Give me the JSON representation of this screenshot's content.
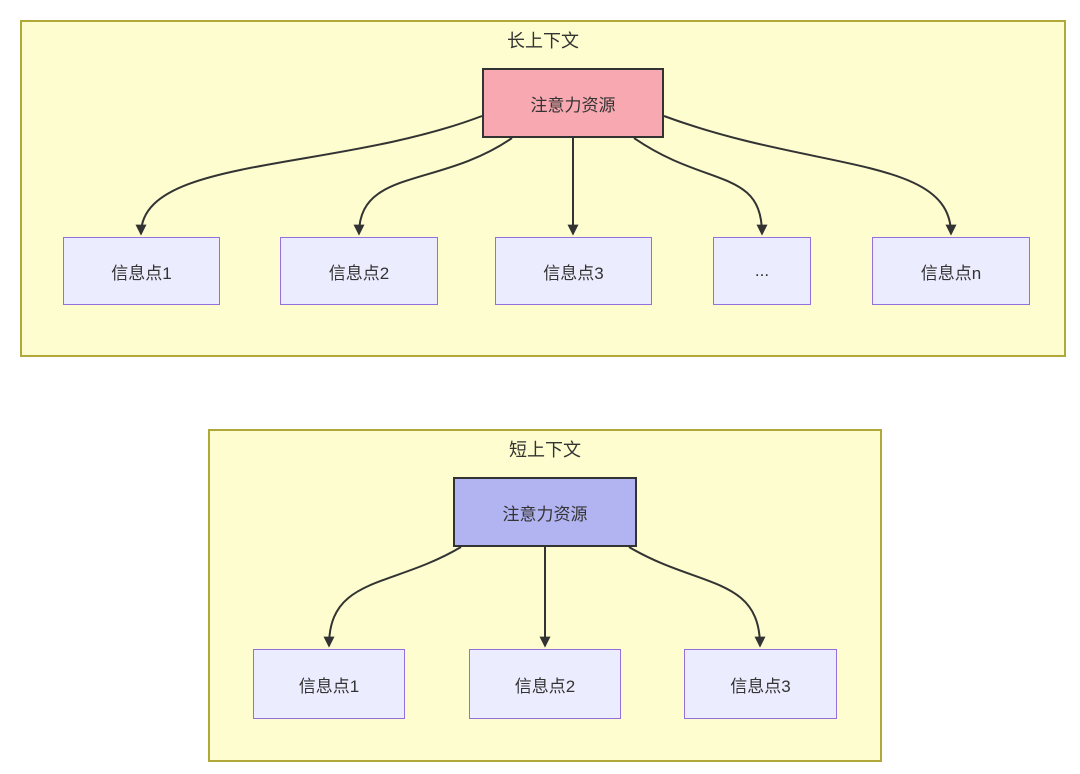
{
  "diagram_type": "flowchart",
  "colors": {
    "container_fill": "#fdfdcf",
    "container_border": "#b0a838",
    "long_hub_fill": "#f7a8b0",
    "short_hub_fill": "#b2b4f2",
    "hub_border": "#333333",
    "node_fill": "#ececff",
    "node_border": "#9370db",
    "arrow": "#333333",
    "text": "#333333"
  },
  "sections": [
    {
      "title": "长上下文",
      "hub_label": "注意力资源",
      "nodes": [
        "信息点1",
        "信息点2",
        "信息点3",
        "...",
        "信息点n"
      ]
    },
    {
      "title": "短上下文",
      "hub_label": "注意力资源",
      "nodes": [
        "信息点1",
        "信息点2",
        "信息点3"
      ]
    }
  ]
}
